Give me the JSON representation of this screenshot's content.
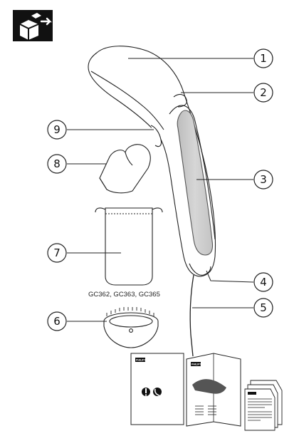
{
  "callouts": [
    {
      "number": "1",
      "part": "steamer-body"
    },
    {
      "number": "2",
      "part": "water-tank-lid"
    },
    {
      "number": "3",
      "part": "water-tank"
    },
    {
      "number": "4",
      "part": "cord-inlet"
    },
    {
      "number": "5",
      "part": "power-cord"
    },
    {
      "number": "6",
      "part": "brush"
    },
    {
      "number": "7",
      "part": "storage-pouch"
    },
    {
      "number": "8",
      "part": "heat-resistant-glove"
    },
    {
      "number": "9",
      "part": "steam-trigger"
    }
  ],
  "models_label": "GC362, GC363, GC365",
  "documents": {
    "brand": "PHILIPS",
    "icons": [
      "exclamation-icon",
      "phone-icon"
    ]
  },
  "colors": {
    "line": "#111111",
    "tank_gray": "#c8c8c8",
    "doc_header": "#111111"
  }
}
